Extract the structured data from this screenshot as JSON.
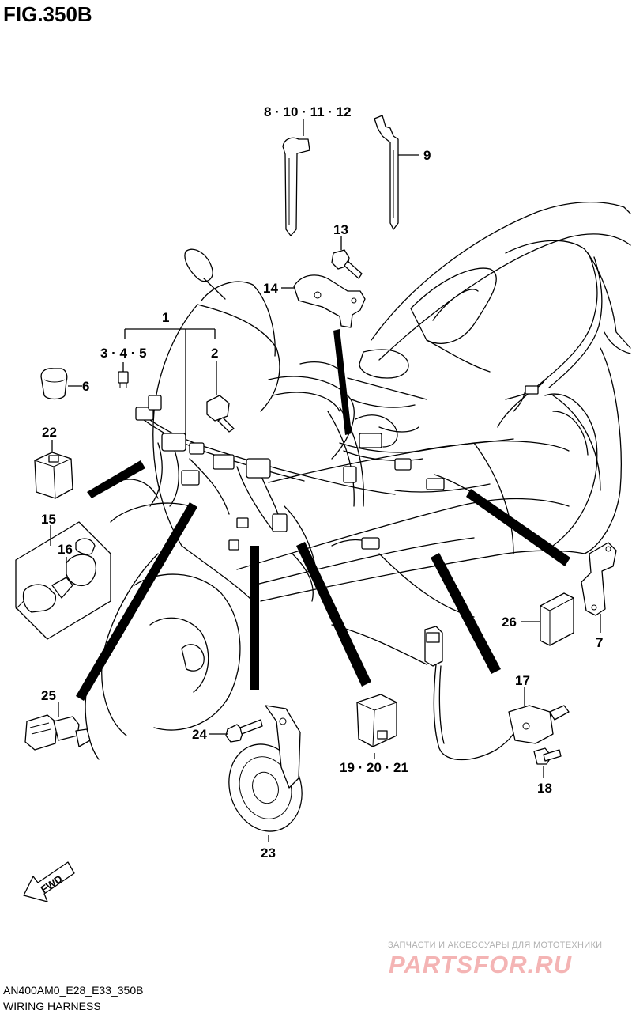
{
  "figure": {
    "title": "FIG.350B",
    "model_code": "AN400AM0_E28_E33_350B",
    "section_name": "WIRING HARNESS",
    "direction_label": "FWD"
  },
  "watermark": {
    "tagline": "ЗАПЧАСТИ И АКСЕССУАРЫ ДЛЯ МОТОТЕХНИКИ",
    "logo": "PARTSFOR.RU"
  },
  "callouts": [
    {
      "id": "c1",
      "text": "1"
    },
    {
      "id": "c2",
      "text": "2"
    },
    {
      "id": "c345",
      "text": "3 · 4 · 5"
    },
    {
      "id": "c6",
      "text": "6"
    },
    {
      "id": "c7",
      "text": "7"
    },
    {
      "id": "c8",
      "text": "8 · 10 · 11 · 12"
    },
    {
      "id": "c9",
      "text": "9"
    },
    {
      "id": "c13",
      "text": "13"
    },
    {
      "id": "c14",
      "text": "14"
    },
    {
      "id": "c15",
      "text": "15"
    },
    {
      "id": "c16",
      "text": "16"
    },
    {
      "id": "c17",
      "text": "17"
    },
    {
      "id": "c18",
      "text": "18"
    },
    {
      "id": "c192021",
      "text": "19 · 20 · 21"
    },
    {
      "id": "c22",
      "text": "22"
    },
    {
      "id": "c23",
      "text": "23"
    },
    {
      "id": "c24",
      "text": "24"
    },
    {
      "id": "c25",
      "text": "25"
    },
    {
      "id": "c26",
      "text": "26"
    }
  ],
  "colors": {
    "ink": "#000000",
    "background": "#ffffff",
    "watermark_logo": "#f4b4b4",
    "watermark_tagline": "#b0b0b0"
  }
}
